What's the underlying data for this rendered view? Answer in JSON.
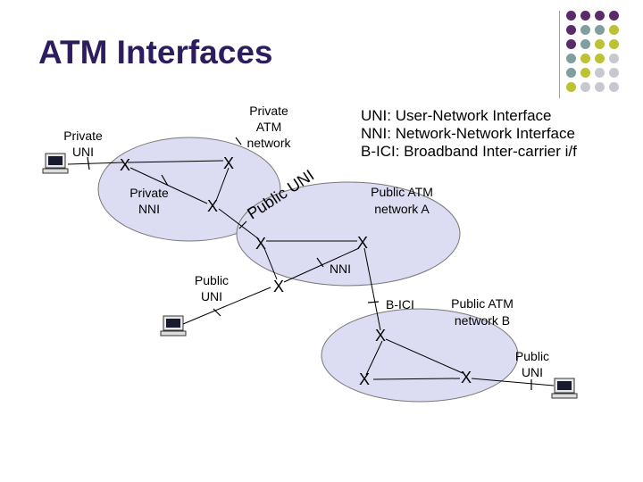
{
  "slide": {
    "title": "ATM Interfaces",
    "legend": [
      "UNI:  User-Network Interface",
      "NNI:  Network-Network Interface",
      "B-ICI:  Broadband Inter-carrier i/f"
    ]
  },
  "diagram": {
    "private_network_label": [
      "Private",
      "ATM",
      "network"
    ],
    "public_network_a_label": [
      "Public ATM",
      "network A"
    ],
    "public_network_b_label": [
      "Public ATM",
      "network B"
    ],
    "private_uni_label": [
      "Private",
      "UNI"
    ],
    "private_nni_label": [
      "Private",
      "NNI"
    ],
    "public_uni_left_label": [
      "Public",
      "UNI"
    ],
    "public_uni_right_label": [
      "Public",
      "UNI"
    ],
    "public_uni_curved_label": "Public UNI",
    "nni_label": "NNI",
    "bici_label": "B-ICI",
    "switch_mark": "X"
  },
  "colors": {
    "cloud_fill": "#dcdcf2",
    "title": "#2e1d5e",
    "dot_purple": "#5a2a6a",
    "dot_teal": "#7f9ea0",
    "dot_olive": "#bcc231",
    "dot_gray": "#c8c8d0"
  }
}
